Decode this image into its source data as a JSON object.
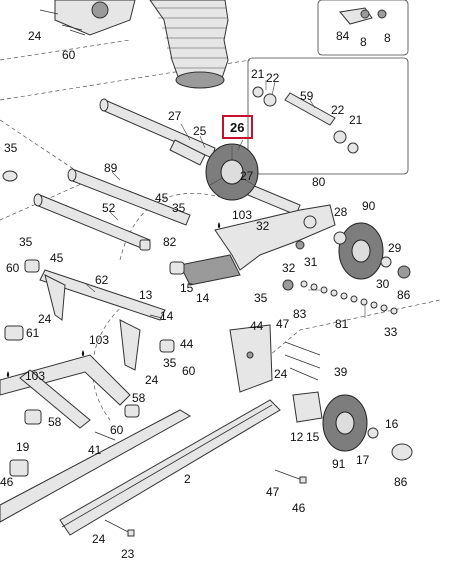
{
  "diagram": {
    "highlight_label": "26",
    "labels": {
      "l24a": "24",
      "l60a": "60",
      "l84": "84",
      "l8a": "8",
      "l8b": "8",
      "l21a": "21",
      "l22a": "22",
      "l59": "59",
      "l22b": "22",
      "l21b": "21",
      "l27a": "27",
      "l25": "25",
      "l35a": "35",
      "l89": "89",
      "l27b": "27",
      "l80": "80",
      "l45a": "45",
      "l35b": "35",
      "l52": "52",
      "l103a": "103",
      "l32a": "32",
      "l28": "28",
      "l90": "90",
      "l82": "82",
      "l35c": "35",
      "l45b": "45",
      "l29": "29",
      "l31": "31",
      "l60b": "60",
      "l62": "62",
      "l32b": "32",
      "l30": "30",
      "l86a": "86",
      "l15": "15",
      "l14a": "14",
      "l35d": "35",
      "l13": "13",
      "l24b": "24",
      "l83": "83",
      "l14b": "14",
      "l44a": "44",
      "l47a": "47",
      "l81": "81",
      "l33": "33",
      "l61": "61",
      "l103b": "103",
      "l44b": "44",
      "l35e": "35",
      "l39": "39",
      "l103c": "103",
      "l60c": "60",
      "l24c": "24",
      "l24d": "24",
      "l58": "58",
      "l16": "16",
      "l60d": "60",
      "l12": "12",
      "l15b": "15",
      "l41": "41",
      "l91": "91",
      "l17": "17",
      "l19": "19",
      "l2": "2",
      "l86b": "86",
      "l46a": "46",
      "l47b": "47",
      "l46b": "46",
      "l24e": "24",
      "l23": "23"
    }
  }
}
